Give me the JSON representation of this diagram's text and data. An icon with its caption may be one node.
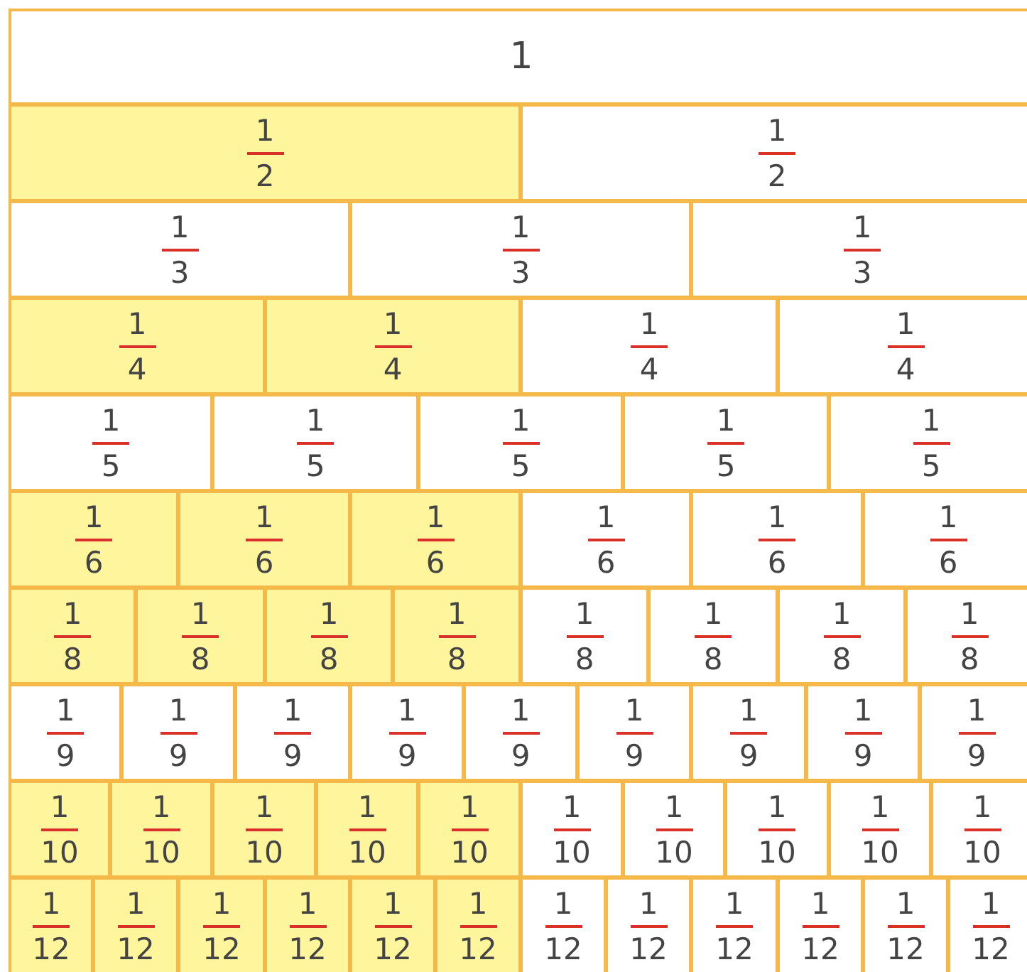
{
  "diagram": {
    "nodes": [
      {
        "text": [
          "1"
        ]
      },
      {
        "text": [
          "1",
          "2"
        ]
      },
      {
        "text": [
          "1",
          "2"
        ]
      },
      {
        "text": [
          "1",
          "3"
        ]
      },
      {
        "text": [
          "1",
          "3"
        ]
      },
      {
        "text": [
          "1",
          "3"
        ]
      },
      {
        "text": [
          "1",
          "4"
        ]
      },
      {
        "text": [
          "1",
          "4"
        ]
      },
      {
        "text": [
          "1",
          "4"
        ]
      },
      {
        "text": [
          "1",
          "4"
        ]
      },
      {
        "text": [
          "1",
          "5"
        ]
      },
      {
        "text": [
          "1",
          "5"
        ]
      },
      {
        "text": [
          "1",
          "5"
        ]
      },
      {
        "text": [
          "1",
          "5"
        ]
      },
      {
        "text": [
          "1",
          "5"
        ]
      },
      {
        "text": [
          "1",
          "6"
        ]
      },
      {
        "text": [
          "1",
          "6"
        ]
      },
      {
        "text": [
          "1",
          "6"
        ]
      },
      {
        "text": [
          "1",
          "6"
        ]
      },
      {
        "text": [
          "1",
          "6"
        ]
      },
      {
        "text": [
          "1",
          "6"
        ]
      },
      {
        "text": [
          "1",
          "8"
        ]
      },
      {
        "text": [
          "1",
          "8"
        ]
      },
      {
        "text": [
          "1",
          "8"
        ]
      },
      {
        "text": [
          "1",
          "8"
        ]
      },
      {
        "text": [
          "1",
          "8"
        ]
      },
      {
        "text": [
          "1",
          "8"
        ]
      },
      {
        "text": [
          "1",
          "8"
        ]
      },
      {
        "text": [
          "1",
          "8"
        ]
      },
      {
        "text": [
          "1",
          "9"
        ]
      },
      {
        "text": [
          "1",
          "9"
        ]
      },
      {
        "text": [
          "1",
          "9"
        ]
      },
      {
        "text": [
          "1",
          "9"
        ]
      },
      {
        "text": [
          "1",
          "9"
        ]
      },
      {
        "text": [
          "1",
          "9"
        ]
      },
      {
        "text": [
          "1",
          "9"
        ]
      },
      {
        "text": [
          "1",
          "9"
        ]
      },
      {
        "text": [
          "1",
          "9"
        ]
      },
      {
        "text": [
          "1",
          "10"
        ]
      },
      {
        "text": [
          "1",
          "10"
        ]
      },
      {
        "text": [
          "1",
          "10"
        ]
      },
      {
        "text": [
          "1",
          "10"
        ]
      },
      {
        "text": [
          "1",
          "10"
        ]
      },
      {
        "text": [
          "1",
          "10"
        ]
      },
      {
        "text": [
          "1",
          "10"
        ]
      },
      {
        "text": [
          "1",
          "10"
        ]
      },
      {
        "text": [
          "1",
          "10"
        ]
      },
      {
        "text": [
          "1",
          "10"
        ]
      },
      {
        "text": [
          "1",
          "12"
        ]
      },
      {
        "text": [
          "1",
          "12"
        ]
      },
      {
        "text": [
          "1",
          "12"
        ]
      },
      {
        "text": [
          "1",
          "12"
        ]
      },
      {
        "text": [
          "1",
          "12"
        ]
      },
      {
        "text": [
          "1",
          "12"
        ]
      },
      {
        "text": [
          "1",
          "12"
        ]
      },
      {
        "text": [
          "1",
          "12"
        ]
      },
      {
        "text": [
          "1",
          "12"
        ]
      },
      {
        "text": [
          "1",
          "12"
        ]
      },
      {
        "text": [
          "1",
          "12"
        ]
      },
      {
        "text": [
          "1",
          "12"
        ]
      }
    ]
  }
}
